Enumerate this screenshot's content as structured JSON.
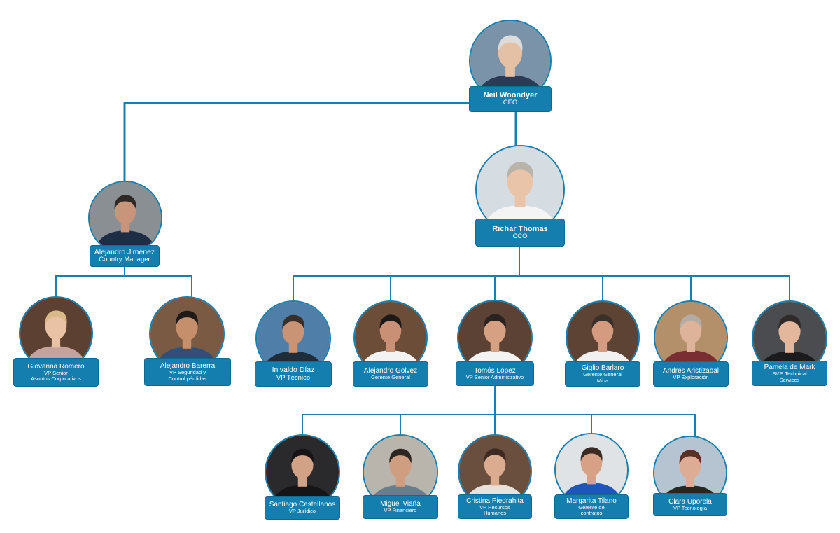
{
  "nodes": {
    "ceo": {
      "name": "Neil Woondyer",
      "title": "CEO",
      "bg": "#7a93a8",
      "skin": "#e4c1a4",
      "hair": "#dcdcdc",
      "shirt": "#2c3a55"
    },
    "cco": {
      "name": "Richar Thomas",
      "title": "CCO",
      "bg": "#d6dde2",
      "skin": "#eac4a9",
      "hair": "#b9b4aa",
      "shirt": "#f4f4f4"
    },
    "cm": {
      "name": "Alejandro Jiménez",
      "title": "Country Manager",
      "bg": "#8a8f93",
      "skin": "#c9957a",
      "hair": "#2f2824",
      "shirt": "#1e2d46"
    },
    "gr": {
      "name": "Giovanna Romero",
      "title": "VP Senior\nAsuntos Corporativos",
      "bg": "#5c4032",
      "skin": "#e9c2a5",
      "hair": "#d8b988",
      "shirt": "#c5a29b"
    },
    "ab": {
      "name": "Alejandro Barerra",
      "title": "VP Seguridad y\nControl pérdidas",
      "bg": "#7b5a44",
      "skin": "#c48f6a",
      "hair": "#1e1a18",
      "shirt": "#2f4f78"
    },
    "id": {
      "name": "Inivaldo Díaz",
      "title": "VP Técnico",
      "bg": "#4f7fa8",
      "skin": "#c99476",
      "hair": "#3a2f28",
      "shirt": "#1f2c3a"
    },
    "ag": {
      "name": "Alejandro Golvez",
      "title": "Gerente General",
      "bg": "#6b4d38",
      "skin": "#c99075",
      "hair": "#1c1918",
      "shirt": "#f3f3f3"
    },
    "tl": {
      "name": "Tomós López",
      "title": "VP Senior Administrativo",
      "bg": "#5b4234",
      "skin": "#d6a182",
      "hair": "#2a2220",
      "shirt": "#f3f3f3"
    },
    "gb": {
      "name": "Giglio Barlaro",
      "title": "Gerente General\nMina",
      "bg": "#5d4334",
      "skin": "#d49b80",
      "hair": "#3a302a",
      "shirt": "#f1f1f1"
    },
    "aa": {
      "name": "Andrés Aristizabal",
      "title": "VP Exploración",
      "bg": "#b38f6a",
      "skin": "#ddb39a",
      "hair": "#b3aca4",
      "shirt": "#7a2e33"
    },
    "pm": {
      "name": "Pamela de Mark",
      "title": "SVP, Technical\nServices",
      "bg": "#4a4c50",
      "skin": "#e3b79c",
      "hair": "#2f2a28",
      "shirt": "#1b1b1d"
    },
    "sc": {
      "name": "Santiago Castellanos",
      "title": "VP Jurídico",
      "bg": "#2a2a2c",
      "skin": "#d2a286",
      "hair": "#161414",
      "shirt": "#151517"
    },
    "mv": {
      "name": "Miguel Viaña",
      "title": "VP Financiero",
      "bg": "#b9b5ad",
      "skin": "#cf9e80",
      "hair": "#2d2522",
      "shirt": "#6b7c8c"
    },
    "cp": {
      "name": "Cristina Piedrahita",
      "title": "VP Recursos\nHumanos",
      "bg": "#6a4f3f",
      "skin": "#dcac90",
      "hair": "#3d2a22",
      "shirt": "#e8e2d8"
    },
    "mt": {
      "name": "Margarita Tilano",
      "title": "Gerente de\ncontratos",
      "bg": "#dfe3e6",
      "skin": "#d6a184",
      "hair": "#3a2a22",
      "shirt": "#1d56b6"
    },
    "cu": {
      "name": "Clara Uporela",
      "title": "VP Tecnología",
      "bg": "#b5c4d0",
      "skin": "#dcad94",
      "hair": "#5a2f24",
      "shirt": "#2a2524"
    }
  }
}
